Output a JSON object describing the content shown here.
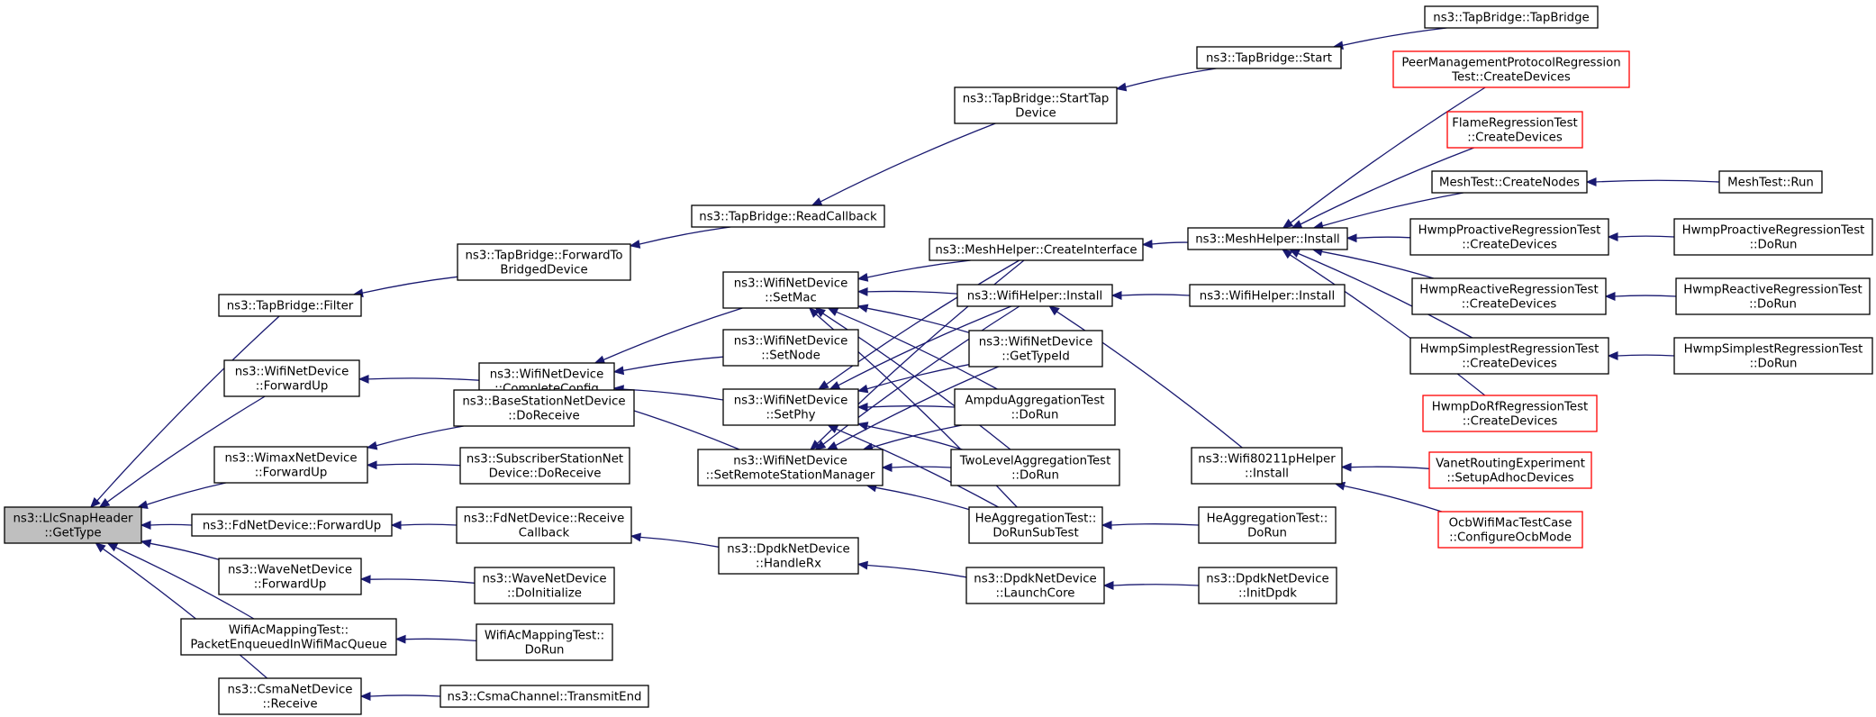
{
  "colors": {
    "edge": "#191970",
    "node_border": "#000000",
    "node_border_truncated": "#ff0000",
    "root_fill": "#bfbfbf",
    "node_fill": "#ffffff"
  },
  "nodes": [
    {
      "id": "llc",
      "lines": [
        "ns3::LlcSnapHeader",
        "::GetType"
      ],
      "kind": "root"
    },
    {
      "id": "tbfilter",
      "lines": [
        "ns3::TapBridge::Filter"
      ]
    },
    {
      "id": "wifiFwd",
      "lines": [
        "ns3::WifiNetDevice",
        "::ForwardUp"
      ]
    },
    {
      "id": "wimaxFwd",
      "lines": [
        "ns3::WimaxNetDevice",
        "::ForwardUp"
      ]
    },
    {
      "id": "fdFwd",
      "lines": [
        "ns3::FdNetDevice::ForwardUp"
      ]
    },
    {
      "id": "waveFwd",
      "lines": [
        "ns3::WaveNetDevice",
        "::ForwardUp"
      ]
    },
    {
      "id": "acmapEnq",
      "lines": [
        "WifiAcMappingTest::",
        "PacketEnqueuedInWifiMacQueue"
      ]
    },
    {
      "id": "csmaRecv",
      "lines": [
        "ns3::CsmaNetDevice",
        "::Receive"
      ]
    },
    {
      "id": "tbFwdBridged",
      "lines": [
        "ns3::TapBridge::ForwardTo",
        "BridgedDevice"
      ]
    },
    {
      "id": "wifiCompleteCfg",
      "lines": [
        "ns3::WifiNetDevice",
        "::CompleteConfig"
      ]
    },
    {
      "id": "bsDoRecv",
      "lines": [
        "ns3::BaseStationNetDevice",
        "::DoReceive"
      ]
    },
    {
      "id": "ssDoRecv",
      "lines": [
        "ns3::SubscriberStationNet",
        "Device::DoReceive"
      ]
    },
    {
      "id": "fdRecvCb",
      "lines": [
        "ns3::FdNetDevice::Receive",
        "Callback"
      ]
    },
    {
      "id": "waveDoInit",
      "lines": [
        "ns3::WaveNetDevice",
        "::DoInitialize"
      ]
    },
    {
      "id": "acmapDoRun",
      "lines": [
        "WifiAcMappingTest::",
        "DoRun"
      ]
    },
    {
      "id": "csmaTxEnd",
      "lines": [
        "ns3::CsmaChannel::TransmitEnd"
      ]
    },
    {
      "id": "tbReadCb",
      "lines": [
        "ns3::TapBridge::ReadCallback"
      ]
    },
    {
      "id": "wifiSetMac",
      "lines": [
        "ns3::WifiNetDevice",
        "::SetMac"
      ]
    },
    {
      "id": "wifiSetNode",
      "lines": [
        "ns3::WifiNetDevice",
        "::SetNode"
      ]
    },
    {
      "id": "wifiSetPhy",
      "lines": [
        "ns3::WifiNetDevice",
        "::SetPhy"
      ]
    },
    {
      "id": "wifiSetRsm",
      "lines": [
        "ns3::WifiNetDevice",
        "::SetRemoteStationManager"
      ]
    },
    {
      "id": "dpdkHandleRx",
      "lines": [
        "ns3::DpdkNetDevice",
        "::HandleRx"
      ]
    },
    {
      "id": "tbStartTap",
      "lines": [
        "ns3::TapBridge::StartTap",
        "Device"
      ]
    },
    {
      "id": "meshCreateIf",
      "lines": [
        "ns3::MeshHelper::CreateInterface"
      ]
    },
    {
      "id": "wifiHelperInstall",
      "lines": [
        "ns3::WifiHelper::Install"
      ]
    },
    {
      "id": "wifiGetTypeId",
      "lines": [
        "ns3::WifiNetDevice",
        "::GetTypeId"
      ]
    },
    {
      "id": "ampduDoRun",
      "lines": [
        "AmpduAggregationTest",
        "::DoRun"
      ]
    },
    {
      "id": "twoLevelDoRun",
      "lines": [
        "TwoLevelAggregationTest",
        "::DoRun"
      ]
    },
    {
      "id": "heDoRunSub",
      "lines": [
        "HeAggregationTest::",
        "DoRunSubTest"
      ]
    },
    {
      "id": "dpdkLaunchCore",
      "lines": [
        "ns3::DpdkNetDevice",
        "::LaunchCore"
      ]
    },
    {
      "id": "tbStart",
      "lines": [
        "ns3::TapBridge::Start"
      ]
    },
    {
      "id": "meshInstall",
      "lines": [
        "ns3::MeshHelper::Install"
      ]
    },
    {
      "id": "wifiHelperInstall2",
      "lines": [
        "ns3::WifiHelper::Install"
      ]
    },
    {
      "id": "wifi80211p",
      "lines": [
        "ns3::Wifi80211pHelper",
        "::Install"
      ]
    },
    {
      "id": "heDoRun",
      "lines": [
        "HeAggregationTest::",
        "DoRun"
      ]
    },
    {
      "id": "dpdkInit",
      "lines": [
        "ns3::DpdkNetDevice",
        "::InitDpdk"
      ]
    },
    {
      "id": "tbTapBridge",
      "lines": [
        "ns3::TapBridge::TapBridge"
      ]
    },
    {
      "id": "pmpCreate",
      "lines": [
        "PeerManagementProtocolRegression",
        "Test::CreateDevices"
      ],
      "kind": "truncated"
    },
    {
      "id": "flameCreate",
      "lines": [
        "FlameRegressionTest",
        "::CreateDevices"
      ],
      "kind": "truncated"
    },
    {
      "id": "meshCreateNodes",
      "lines": [
        "MeshTest::CreateNodes"
      ]
    },
    {
      "id": "hwmpProCreate",
      "lines": [
        "HwmpProactiveRegressionTest",
        "::CreateDevices"
      ]
    },
    {
      "id": "hwmpReCreate",
      "lines": [
        "HwmpReactiveRegressionTest",
        "::CreateDevices"
      ]
    },
    {
      "id": "hwmpSimCreate",
      "lines": [
        "HwmpSimplestRegressionTest",
        "::CreateDevices"
      ]
    },
    {
      "id": "hwmpDoRfCreate",
      "lines": [
        "HwmpDoRfRegressionTest",
        "::CreateDevices"
      ],
      "kind": "truncated"
    },
    {
      "id": "vanetSetup",
      "lines": [
        "VanetRoutingExperiment",
        "::SetupAdhocDevices"
      ],
      "kind": "truncated"
    },
    {
      "id": "ocbConfig",
      "lines": [
        "OcbWifiMacTestCase",
        "::ConfigureOcbMode"
      ],
      "kind": "truncated"
    },
    {
      "id": "meshRun",
      "lines": [
        "MeshTest::Run"
      ]
    },
    {
      "id": "hwmpProDoRun",
      "lines": [
        "HwmpProactiveRegressionTest",
        "::DoRun"
      ]
    },
    {
      "id": "hwmpReDoRun",
      "lines": [
        "HwmpReactiveRegressionTest",
        "::DoRun"
      ]
    },
    {
      "id": "hwmpSimDoRun",
      "lines": [
        "HwmpSimplestRegressionTest",
        "::DoRun"
      ]
    }
  ],
  "edges": [
    [
      "tbfilter",
      "llc"
    ],
    [
      "wifiFwd",
      "llc"
    ],
    [
      "wimaxFwd",
      "llc"
    ],
    [
      "fdFwd",
      "llc"
    ],
    [
      "waveFwd",
      "llc"
    ],
    [
      "acmapEnq",
      "llc"
    ],
    [
      "csmaRecv",
      "llc"
    ],
    [
      "tbFwdBridged",
      "tbfilter"
    ],
    [
      "wifiCompleteCfg",
      "wifiFwd"
    ],
    [
      "bsDoRecv",
      "wimaxFwd"
    ],
    [
      "ssDoRecv",
      "wimaxFwd"
    ],
    [
      "fdRecvCb",
      "fdFwd"
    ],
    [
      "waveDoInit",
      "waveFwd"
    ],
    [
      "acmapDoRun",
      "acmapEnq"
    ],
    [
      "csmaTxEnd",
      "csmaRecv"
    ],
    [
      "tbReadCb",
      "tbFwdBridged"
    ],
    [
      "wifiSetMac",
      "wifiCompleteCfg"
    ],
    [
      "wifiSetNode",
      "wifiCompleteCfg"
    ],
    [
      "wifiSetPhy",
      "wifiCompleteCfg"
    ],
    [
      "wifiSetRsm",
      "wifiCompleteCfg"
    ],
    [
      "dpdkHandleRx",
      "fdRecvCb"
    ],
    [
      "tbStartTap",
      "tbReadCb"
    ],
    [
      "meshCreateIf",
      "wifiSetMac"
    ],
    [
      "wifiHelperInstall",
      "wifiSetMac"
    ],
    [
      "wifiGetTypeId",
      "wifiSetMac"
    ],
    [
      "ampduDoRun",
      "wifiSetMac"
    ],
    [
      "twoLevelDoRun",
      "wifiSetMac"
    ],
    [
      "heDoRunSub",
      "wifiSetMac"
    ],
    [
      "meshCreateIf",
      "wifiSetPhy"
    ],
    [
      "wifiHelperInstall",
      "wifiSetPhy"
    ],
    [
      "wifiGetTypeId",
      "wifiSetPhy"
    ],
    [
      "ampduDoRun",
      "wifiSetPhy"
    ],
    [
      "twoLevelDoRun",
      "wifiSetPhy"
    ],
    [
      "heDoRunSub",
      "wifiSetPhy"
    ],
    [
      "meshCreateIf",
      "wifiSetRsm"
    ],
    [
      "wifiHelperInstall",
      "wifiSetRsm"
    ],
    [
      "wifiGetTypeId",
      "wifiSetRsm"
    ],
    [
      "ampduDoRun",
      "wifiSetRsm"
    ],
    [
      "twoLevelDoRun",
      "wifiSetRsm"
    ],
    [
      "heDoRunSub",
      "wifiSetRsm"
    ],
    [
      "dpdkLaunchCore",
      "dpdkHandleRx"
    ],
    [
      "tbStart",
      "tbStartTap"
    ],
    [
      "meshInstall",
      "meshCreateIf"
    ],
    [
      "wifiHelperInstall2",
      "wifiHelperInstall"
    ],
    [
      "wifi80211p",
      "wifiHelperInstall"
    ],
    [
      "heDoRun",
      "heDoRunSub"
    ],
    [
      "dpdkInit",
      "dpdkLaunchCore"
    ],
    [
      "tbTapBridge",
      "tbStart"
    ],
    [
      "pmpCreate",
      "meshInstall"
    ],
    [
      "flameCreate",
      "meshInstall"
    ],
    [
      "meshCreateNodes",
      "meshInstall"
    ],
    [
      "hwmpProCreate",
      "meshInstall"
    ],
    [
      "hwmpReCreate",
      "meshInstall"
    ],
    [
      "hwmpSimCreate",
      "meshInstall"
    ],
    [
      "hwmpDoRfCreate",
      "meshInstall"
    ],
    [
      "vanetSetup",
      "wifi80211p"
    ],
    [
      "ocbConfig",
      "wifi80211p"
    ],
    [
      "meshRun",
      "meshCreateNodes"
    ],
    [
      "hwmpProDoRun",
      "hwmpProCreate"
    ],
    [
      "hwmpReDoRun",
      "hwmpReCreate"
    ],
    [
      "hwmpSimDoRun",
      "hwmpSimCreate"
    ]
  ]
}
